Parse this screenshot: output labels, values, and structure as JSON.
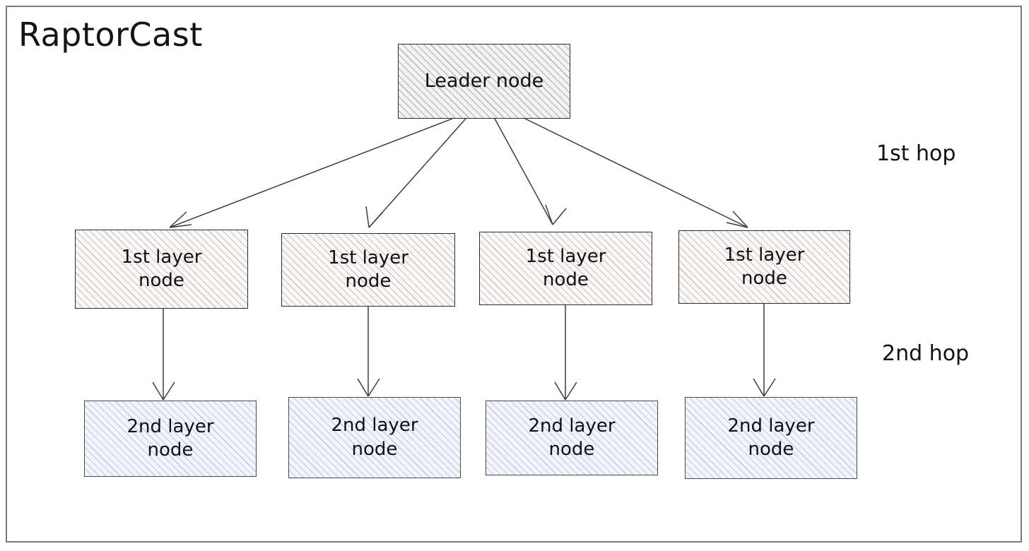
{
  "diagram": {
    "title": "RaptorCast",
    "frame_color": "#7b7b7b",
    "background": "#ffffff"
  },
  "leader": {
    "label": "Leader node",
    "fill": "#f3f3f3",
    "hatch": "diagonal-45"
  },
  "layer1": {
    "fill": "#fbf8f7",
    "hatch": "diagonal-45",
    "nodes": [
      {
        "label": "1st layer\nnode"
      },
      {
        "label": "1st layer\nnode"
      },
      {
        "label": "1st layer\nnode"
      },
      {
        "label": "1st layer\nnode"
      }
    ]
  },
  "layer2": {
    "fill": "#f2f5fc",
    "hatch": "diagonal-45",
    "nodes": [
      {
        "label": "2nd layer\nnode"
      },
      {
        "label": "2nd layer\nnode"
      },
      {
        "label": "2nd layer\nnode"
      },
      {
        "label": "2nd layer\nnode"
      }
    ]
  },
  "hops": [
    {
      "label": "1st hop"
    },
    {
      "label": "2nd hop"
    }
  ],
  "edges": {
    "hop1_count": 4,
    "hop2_count": 4,
    "arrow_color": "#3d3d3d",
    "arrowhead": "open-v"
  }
}
